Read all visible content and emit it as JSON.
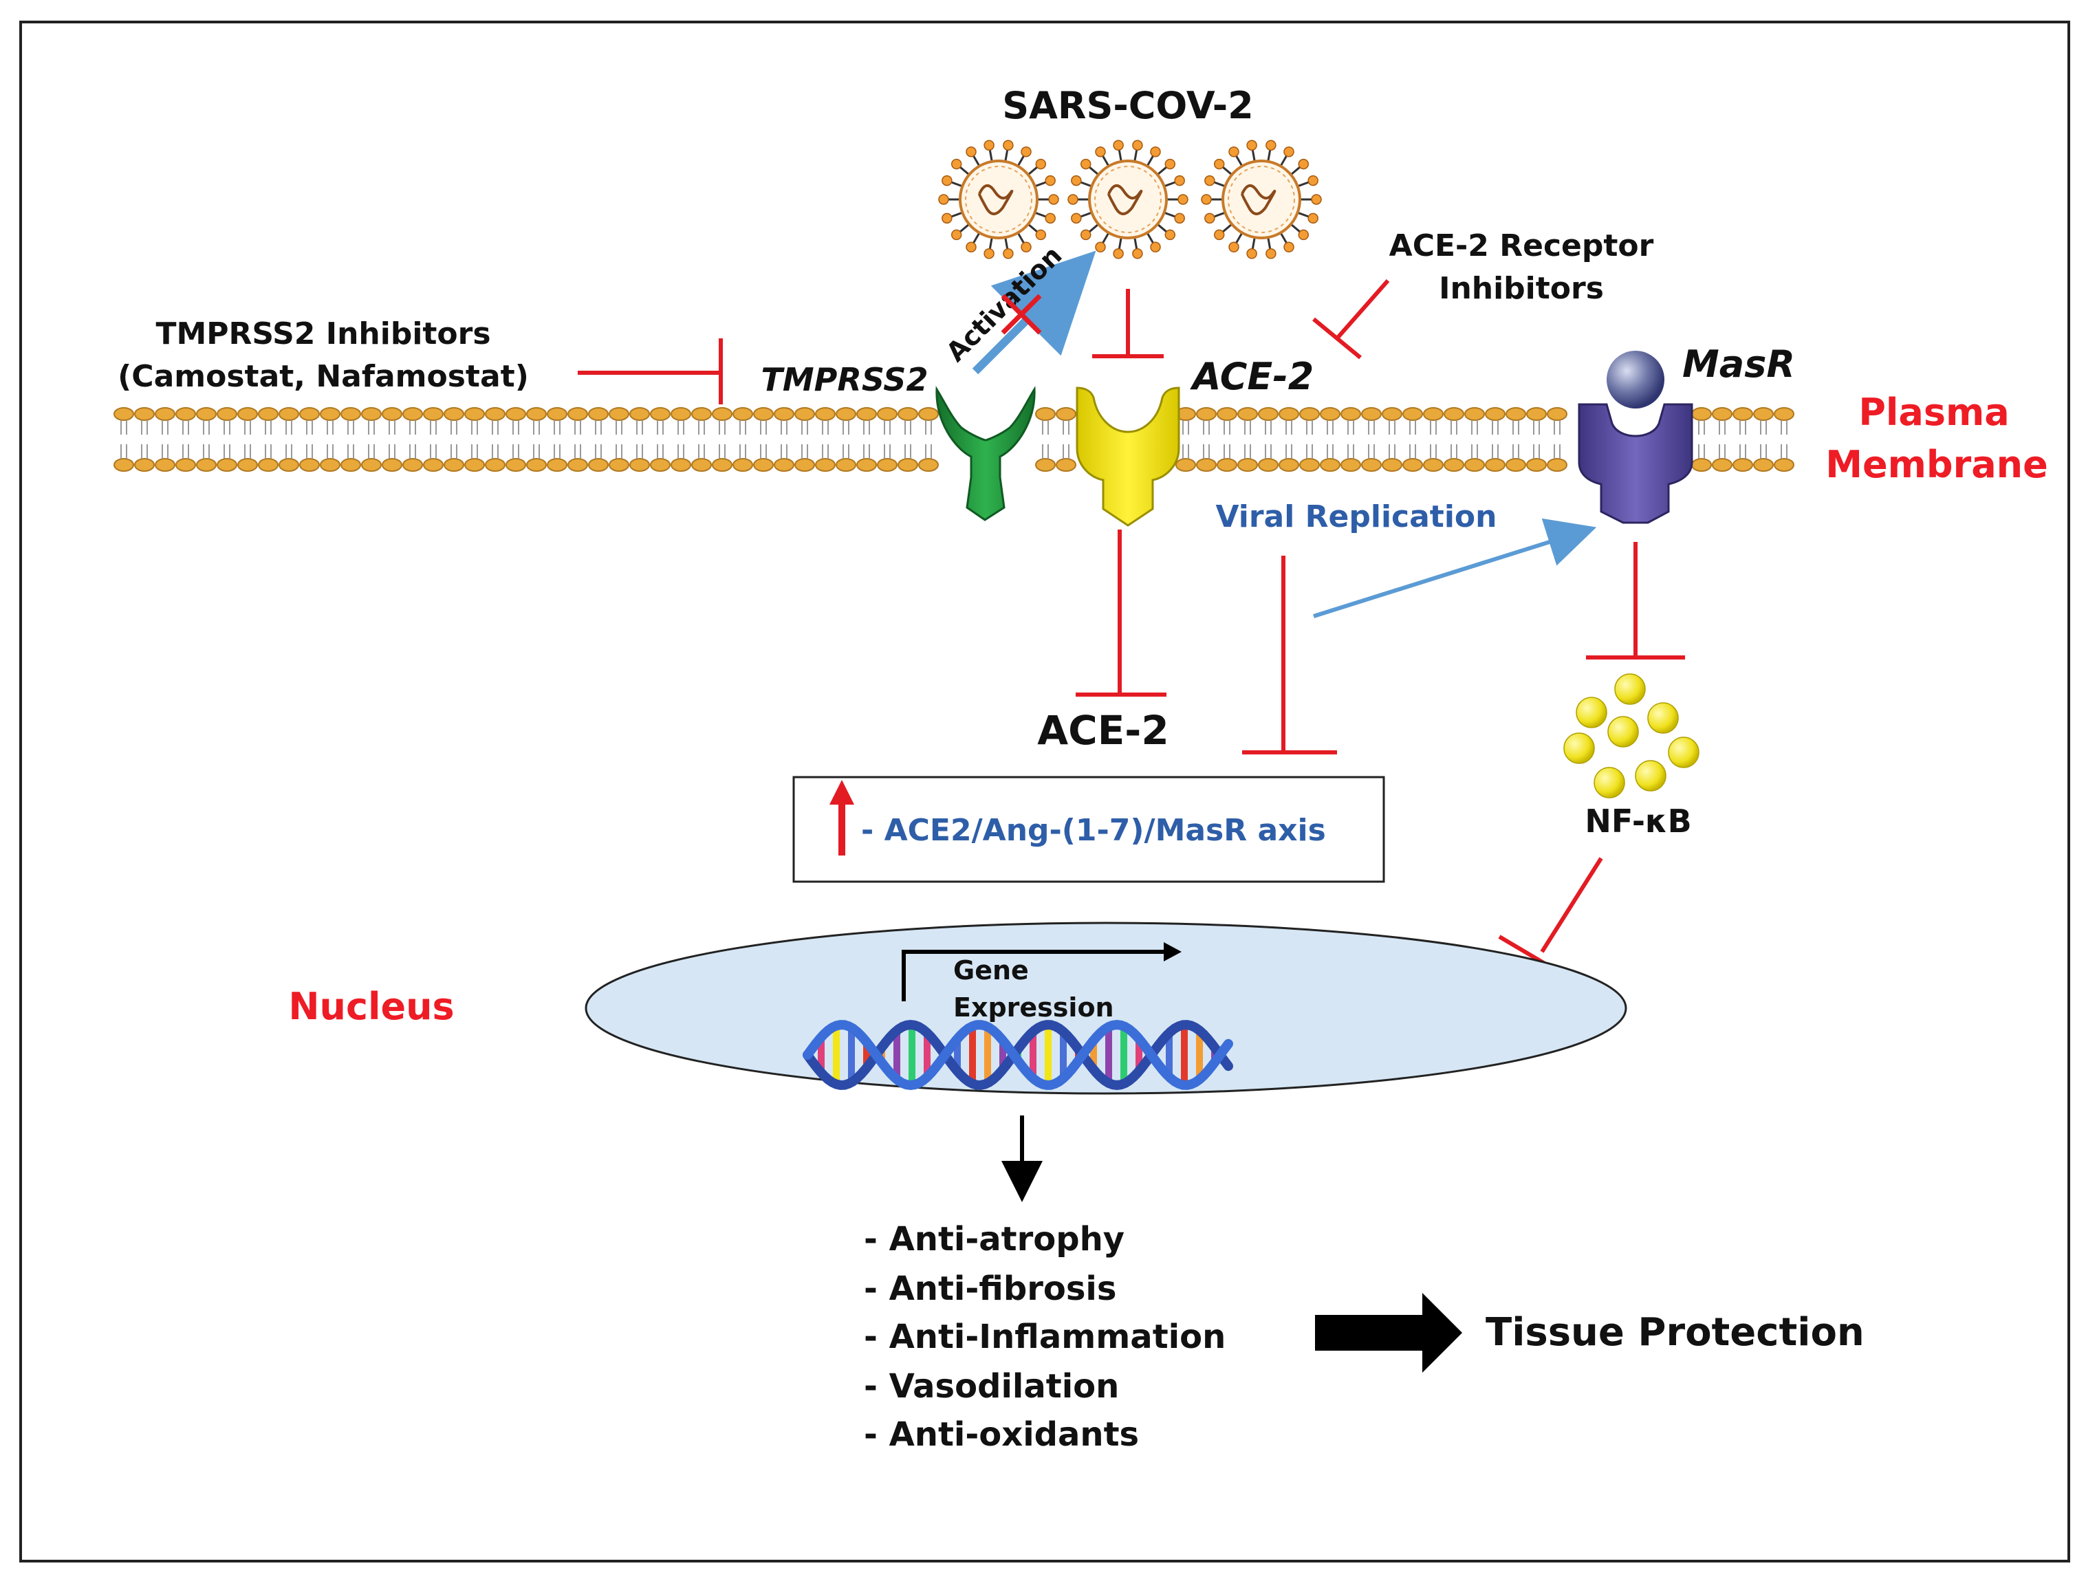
{
  "virus": {
    "title": "SARS-COV-2"
  },
  "labels": {
    "tmprss2_inhibitors_line1": "TMPRSS2 Inhibitors",
    "tmprss2_inhibitors_line2": "(Camostat, Nafamostat)",
    "tmprss2": "TMPRSS2",
    "activation": "Activation",
    "ace2_receptor_inhibitors_line1": "ACE-2 Receptor",
    "ace2_receptor_inhibitors_line2": "Inhibitors",
    "ace2_membrane": "ACE-2",
    "masr": "MasR",
    "plasma_line1": "Plasma",
    "plasma_line2": "Membrane",
    "viral_replication": "Viral Replication",
    "ace2_lower": "ACE-2",
    "axis_box": "- ACE2/Ang-(1-7)/MasR axis",
    "nfkb": "NF-κB",
    "nucleus": "Nucleus",
    "gene_line1": "Gene",
    "gene_line2": "Expression",
    "tissue_protection": "Tissue Protection"
  },
  "effects": [
    "- Anti-atrophy",
    "- Anti-fibrosis",
    "- Anti-Inflammation",
    "- Vasodilation",
    "- Anti-oxidants"
  ],
  "colors": {
    "inhibit_red": "#e31b23",
    "label_red": "#ee1c25",
    "activation_blue": "#5b9bd5",
    "text_blue": "#2e5ea8",
    "tmprss2_green": "#1e9a3c",
    "ace2_yellow": "#f3e616",
    "masr_purple": "#5a4ea0",
    "membrane_gold": "#e8a93a",
    "nucleus_fill": "#d6e6f4"
  }
}
